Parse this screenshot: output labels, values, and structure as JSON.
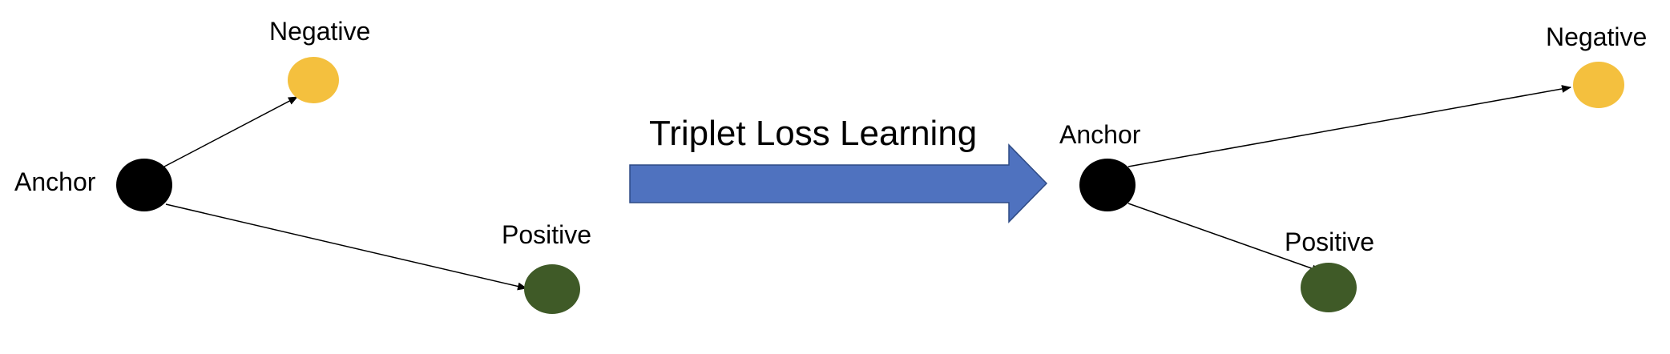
{
  "colors": {
    "anchor": "#000000",
    "negative": "#f4c03e",
    "positive": "#3f5a27",
    "arrow_fill": "#4f72bf",
    "arrow_stroke": "#2f4b85",
    "edge": "#000000"
  },
  "before": {
    "anchor_label": "Anchor",
    "negative_label": "Negative",
    "positive_label": "Positive"
  },
  "transition": {
    "label": "Triplet Loss Learning"
  },
  "after": {
    "anchor_label": "Anchor",
    "negative_label": "Negative",
    "positive_label": "Positive"
  }
}
